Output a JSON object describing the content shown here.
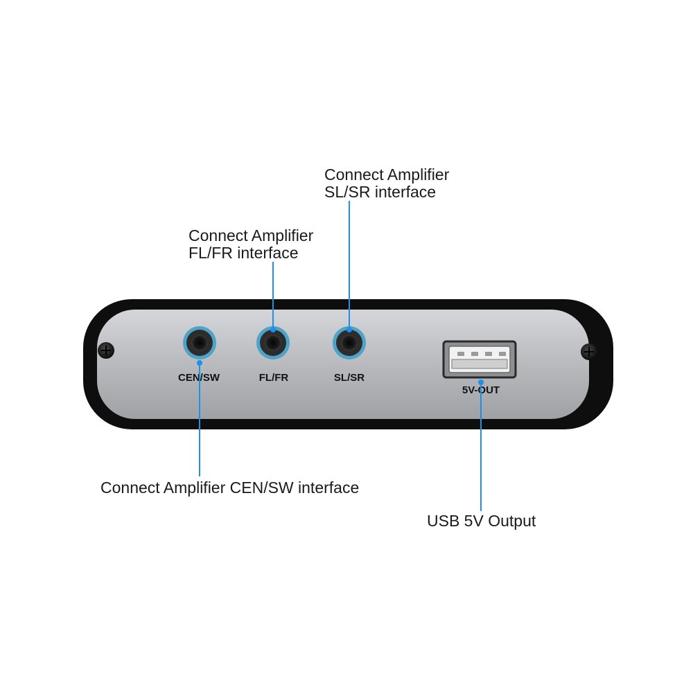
{
  "device": {
    "port_labels": {
      "cen_sw": "CEN/SW",
      "fl_fr": "FL/FR",
      "sl_sr": "SL/SR",
      "usb": "5V-OUT"
    }
  },
  "callouts": {
    "sl_sr": {
      "line1": "Connect Amplifier",
      "line2": "SL/SR interface"
    },
    "fl_fr": {
      "line1": "Connect Amplifier",
      "line2": "FL/FR interface"
    },
    "cen_sw": {
      "line1": "Connect Amplifier CEN/SW interface"
    },
    "usb": {
      "line1": "USB 5V Output"
    }
  },
  "colors": {
    "leader_line": "#1e90e8",
    "jack_ring": "#4fa3c7",
    "panel": "#b9bbbf",
    "casing": "#0e0e0e"
  }
}
